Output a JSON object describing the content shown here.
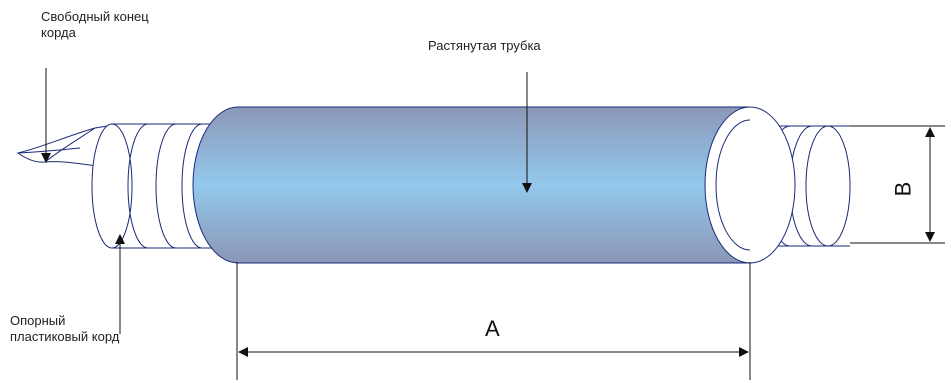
{
  "labels": {
    "free_end": "Свободный конец\nкорда",
    "stretched_tube": "Растянутая трубка",
    "support_cord": "Опорный\nпластиковый корд",
    "dim_a": "A",
    "dim_b": "B"
  },
  "colors": {
    "tube_edge": "#8e9ec0",
    "tube_center": "#93c6ea",
    "outline": "#1a2a7a",
    "lines": "#111111"
  }
}
